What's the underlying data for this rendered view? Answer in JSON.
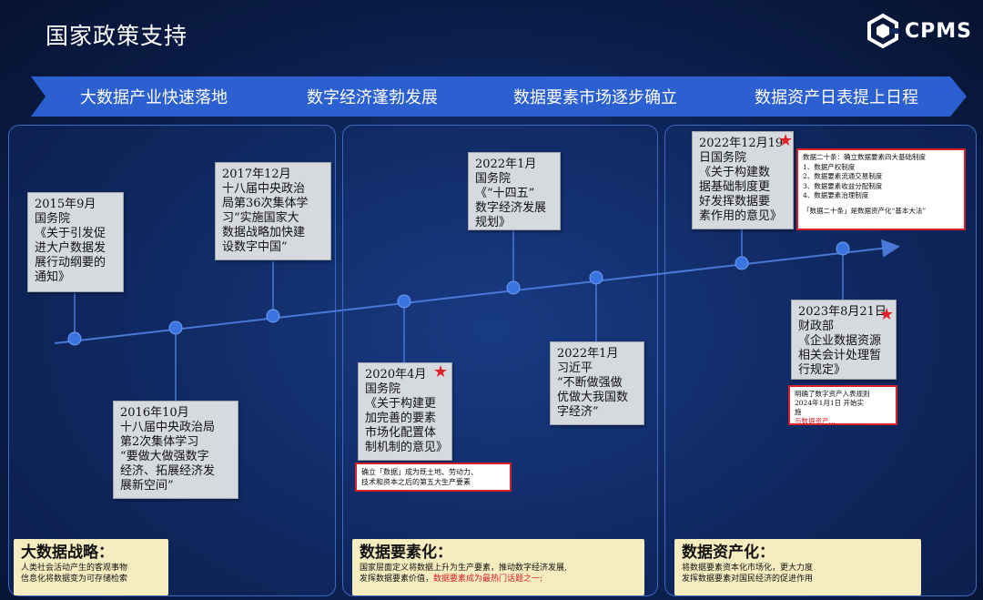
{
  "slide_title": "国家政策支持",
  "logo": {
    "text": "CPMS",
    "icon": "hexagon-logo-icon"
  },
  "phases": [
    {
      "label": "大数据产业快速落地"
    },
    {
      "label": "数字经济蓬勃发展"
    },
    {
      "label": "数据要素市场逐步确立"
    },
    {
      "label": "数据资产日表提上日程"
    }
  ],
  "cards": {
    "c2015": {
      "date": "2015年9月",
      "issuer": "国务院",
      "lines": [
        "《关于引发促",
        "进大户数据发",
        "展行动纲要的",
        "通知》"
      ]
    },
    "c2016": {
      "date": "2016年10月",
      "issuer": "十八届中央政治局",
      "lines": [
        "第2次集体学习",
        "“要做大做强数字",
        "经济、拓展经济发",
        "展新空间”"
      ]
    },
    "c2017": {
      "date": "2017年12月",
      "issuer": "十八届中央政治",
      "lines": [
        "局第36次集体学",
        "习“实施国家大",
        "数据战略加快建",
        "设数字中国”"
      ]
    },
    "c2020": {
      "date": "2020年4月",
      "issuer": "国务院",
      "lines": [
        "《关于构建更",
        "加完善的要素",
        "市场化配置体",
        "制机制的意见》"
      ]
    },
    "c2022a": {
      "date": "2022年1月",
      "issuer": "国务院",
      "lines": [
        "《“十四五”",
        "数字经济发展",
        "规划》"
      ]
    },
    "c2022b": {
      "date": "2022年1月",
      "issuer": "习近平",
      "lines": [
        "“不断做强做",
        "优做大我国数",
        "字经济”"
      ]
    },
    "c2022c": {
      "date": "2022年12月19",
      "issuer": "日国务院",
      "lines": [
        "《关于构建数",
        "据基础制度更",
        "好发挥数据要",
        "素作用的意见》"
      ]
    },
    "c2023": {
      "date": "2023年8月21日",
      "issuer": "财政部",
      "lines": [
        "《企业数据资源",
        "相关会计处理暂",
        "行规定》"
      ]
    }
  },
  "notes": {
    "n2020": {
      "lines": [
        "确立「数据」成为既土地、劳动力、",
        "技术和资本之后的第五大生产要素"
      ]
    },
    "n2022": {
      "lines": [
        "数据二十条：确立数据要素四大基础制度",
        "1、数据产权制度",
        "2、数据要素流通交易制度",
        "3、数据要素收益分配制度",
        "4、数据要素治理制度",
        "",
        "「数据二十条」是数据资产化“基本大法”"
      ]
    },
    "n2023": {
      "lines": [
        "明确了数字资产入表规则",
        "2024年1月1日 开始实",
        "施",
        "与数据资产..."
      ]
    }
  },
  "summaries": [
    {
      "heading": "大数据战略：",
      "lines": [
        "人类社会活动产生的客观事物",
        "信息化将数据变为可存储检索"
      ]
    },
    {
      "heading": "数据要素化：",
      "lines": [
        "国家层面定义将数据上升为生产要素，推动数字经济发展,",
        "发挥数据要素价值，"
      ],
      "highlight": "数据要素成为最热门话题之一;"
    },
    {
      "heading": "数据资产化：",
      "lines": [
        "将数据要素资本化市场化，更大力度",
        "发挥数据要素对国民经济的促进作用"
      ]
    }
  ],
  "colors": {
    "background": "#0f2a63",
    "phase_arrow": "#2c5fd0",
    "timeline": "#4a78d6",
    "summary_bg": "#f5ecbf",
    "note_border": "#d3222a",
    "star": "#e2202a"
  }
}
